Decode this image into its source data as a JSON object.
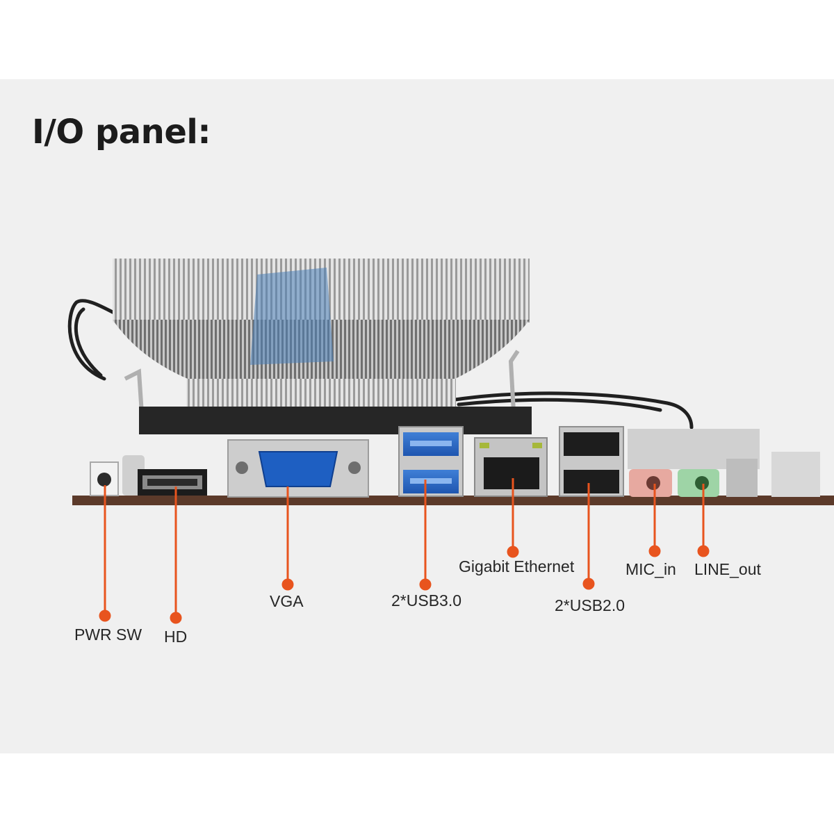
{
  "title": "I/O panel:",
  "accent_color": "#e8541e",
  "ports": [
    {
      "id": "pwr-sw",
      "label": "PWR SW"
    },
    {
      "id": "hd",
      "label": "HD"
    },
    {
      "id": "vga",
      "label": "VGA"
    },
    {
      "id": "usb3",
      "label": "2*USB3.0"
    },
    {
      "id": "ethernet",
      "label": "Gigabit Ethernet"
    },
    {
      "id": "usb2",
      "label": "2*USB2.0"
    },
    {
      "id": "mic",
      "label": "MIC_in"
    },
    {
      "id": "lineout",
      "label": "LINE_out"
    }
  ]
}
